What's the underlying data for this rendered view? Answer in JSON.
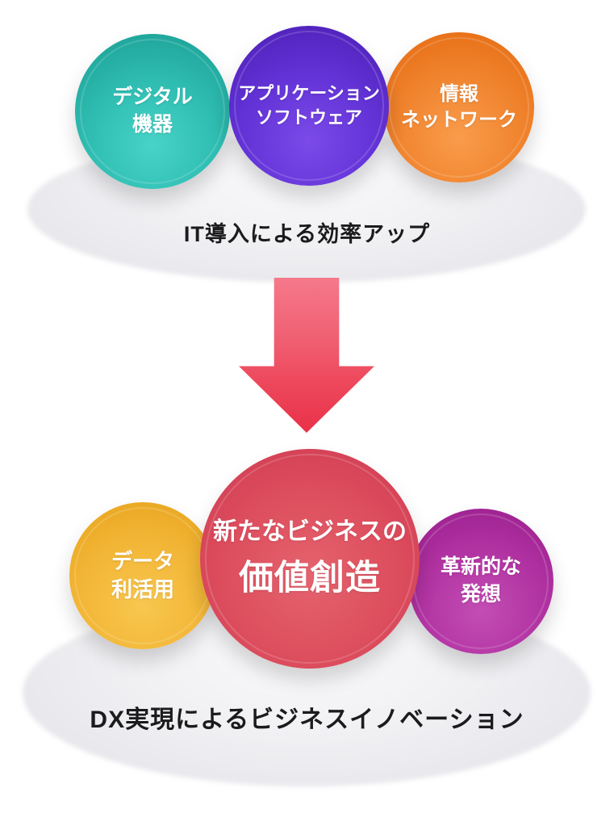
{
  "top_section": {
    "circles": [
      {
        "name": "digital-devices",
        "line1": "デジタル",
        "line2": "機器",
        "color": "#2fbeb3"
      },
      {
        "name": "application-software",
        "line1": "アプリケーション",
        "line2": "ソフトウェア",
        "color": "#6030d4"
      },
      {
        "name": "information-network",
        "line1": "情報",
        "line2": "ネットワーク",
        "color": "#f0802a"
      }
    ],
    "caption": "IT導入による効率アップ"
  },
  "bottom_section": {
    "left_circle": {
      "name": "data-utilization",
      "line1": "データ",
      "line2": "利活用",
      "color": "#f2b232"
    },
    "center_circle": {
      "name": "new-business-value",
      "line1": "新たなビジネスの",
      "line2": "価値創造",
      "color": "#d8495b"
    },
    "right_circle": {
      "name": "innovative-ideas",
      "line1": "革新的な",
      "line2": "発想",
      "color": "#ab2d9e"
    },
    "caption": "DX実現によるビジネスイノベーション"
  },
  "arrow": {
    "direction": "down",
    "gradient_top": "#f5798b",
    "gradient_bottom": "#e93148"
  },
  "platform_color": "#ececef",
  "background_color": "#ffffff"
}
